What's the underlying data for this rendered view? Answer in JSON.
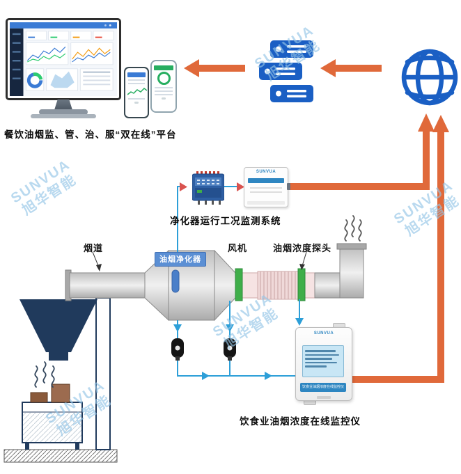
{
  "brand": {
    "en": "SUNVUA",
    "cn": "旭华智能"
  },
  "captions": {
    "platform": "餐饮油烟监、管、治、服“双在线”平台",
    "purifier_monitoring_system": "净化器运行工况监测系统",
    "online_monitor": "饮食业油烟浓度在线监控仪"
  },
  "schematic_labels": {
    "flue": "烟道",
    "purifier": "油烟净化器",
    "fan": "风机",
    "probe": "油烟浓度探头"
  },
  "devices": {
    "transmitter_brand": "SUNVUA",
    "monitor_brand": "SUNVUA",
    "online_monitor_panel_label": "饮食业油烟浓度在线监控仪"
  },
  "icons": [
    "server-icon",
    "globe-icon",
    "monitor-icon",
    "phone-icon"
  ],
  "colors": {
    "arrow_orange": "#E0693A",
    "line_blue": "#2D9FD8",
    "icon_blue": "#1A5FC4",
    "stripe_green": "#3FAE49",
    "navy": "#203A5C",
    "device_label_blue": "#2E86C1",
    "purifier_label_blue": "#5B8FD4"
  }
}
